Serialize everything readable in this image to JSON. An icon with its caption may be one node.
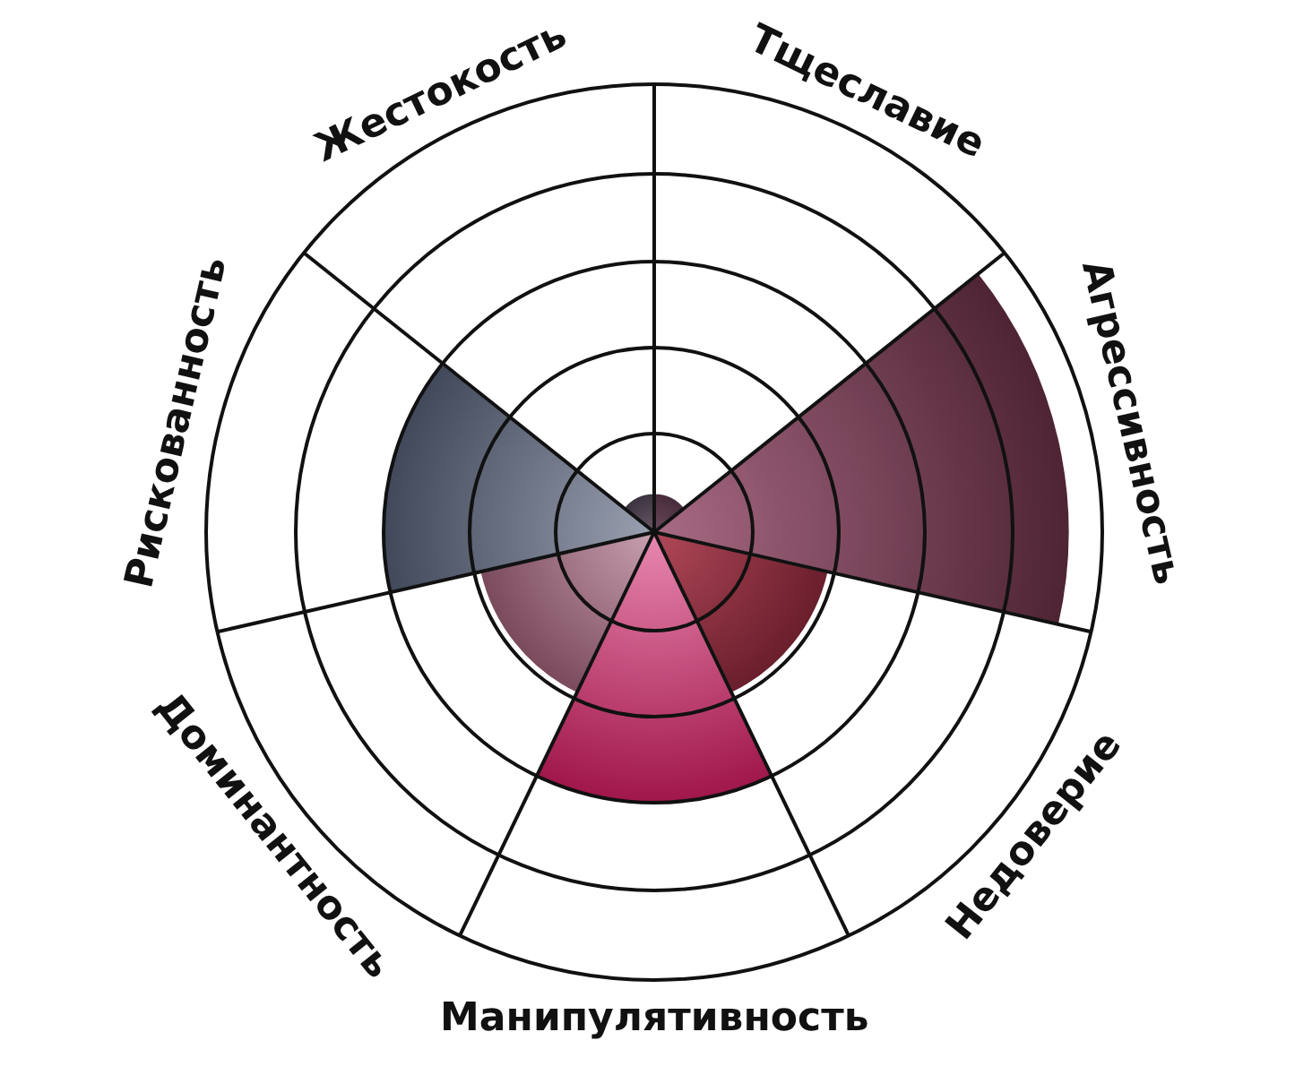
{
  "diagram": {
    "labels": [
      "Тщеславие",
      "Агрессивность",
      "Недоверие",
      "Манипулятивность",
      "Доминантность",
      "Рискованность",
      "Жестокость"
    ]
  }
}
